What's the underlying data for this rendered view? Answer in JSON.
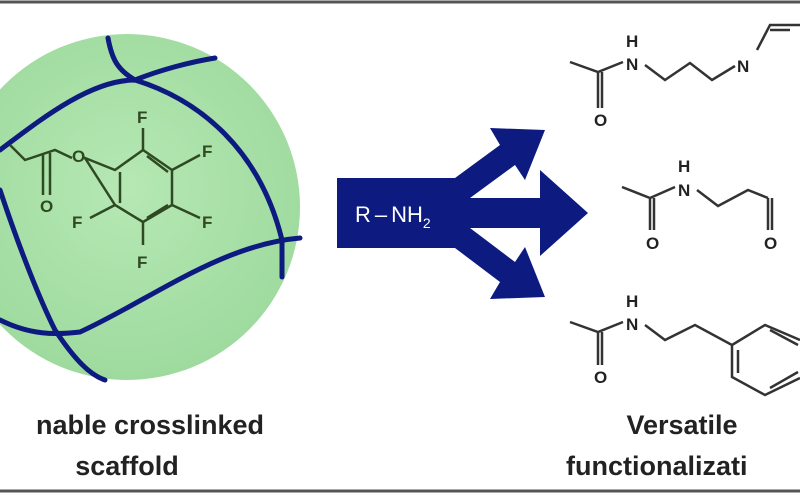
{
  "reagent": {
    "r": "R",
    "amine": "NH",
    "subscript": "2"
  },
  "scaffold": {
    "caption_line1": "nable crosslinked",
    "caption_line2": "scaffold",
    "ester_oxygen": "O",
    "carbonyl_oxygen": "O",
    "fluorines": [
      "F",
      "F",
      "F",
      "F",
      "F"
    ]
  },
  "products": {
    "caption_line1": "Versatile",
    "caption_line2": "functionalizati",
    "rows": [
      {
        "h": "H",
        "n": "N",
        "o": "O",
        "extra": "N"
      },
      {
        "h": "H",
        "n": "N",
        "o": "O",
        "extra": "O"
      },
      {
        "h": "H",
        "n": "N",
        "o": "O"
      }
    ]
  },
  "colors": {
    "scaffold_fill": "#a8e0a8",
    "polymer": "#0d1a80",
    "arrow": "#0d1a80",
    "molecule_green": "#2f4a22",
    "border": "#555555"
  }
}
